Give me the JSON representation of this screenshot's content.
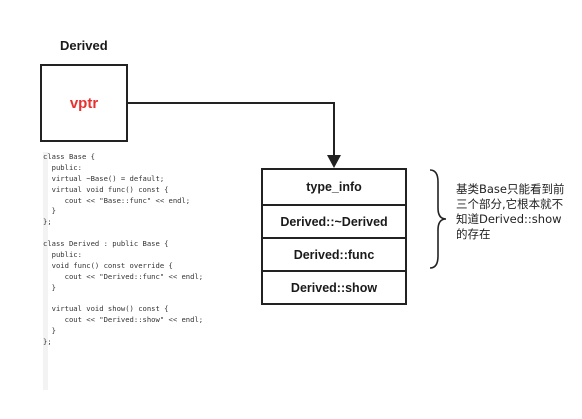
{
  "object": {
    "title": "Derived",
    "vptr_label": "vptr"
  },
  "vtable": {
    "rows": [
      "type_info",
      "Derived::~Derived",
      "Derived::func",
      "Derived::show"
    ]
  },
  "note": {
    "text": "基类Base只能看到前三个部分,它根本就不知道Derived::show的存在"
  },
  "code": {
    "lines": [
      "class Base {",
      "  public:",
      "  virtual ~Base() = default;",
      "  virtual void func() const {",
      "     cout << \"Base::func\" << endl;",
      "  }",
      "};",
      "",
      "class Derived : public Base {",
      "  public:",
      "  void func() const override {",
      "     cout << \"Derived::func\" << endl;",
      "  }",
      "",
      "  virtual void show() const {",
      "     cout << \"Derived::show\" << endl;",
      "  }",
      "};"
    ]
  },
  "colors": {
    "vptr": "#e8312f",
    "border": "#222222"
  }
}
